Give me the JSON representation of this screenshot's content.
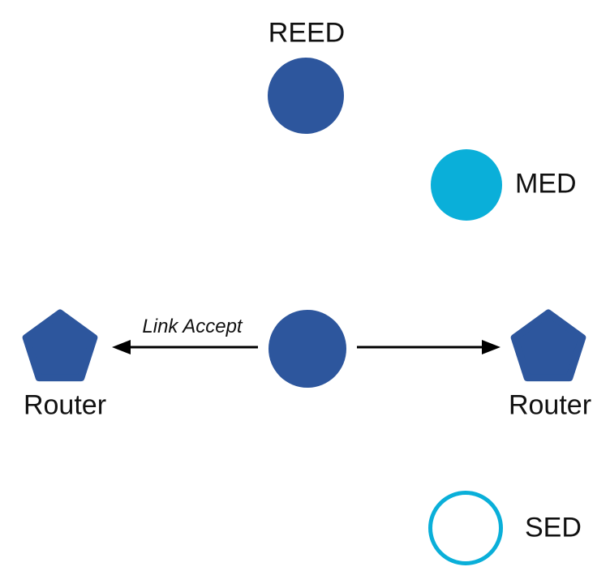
{
  "diagram": {
    "type": "network-topology",
    "nodes": {
      "reed": {
        "label": "REED",
        "shape": "circle",
        "fill": "#2D569D"
      },
      "med": {
        "label": "MED",
        "shape": "circle",
        "fill": "#0AAFD9"
      },
      "center": {
        "label": "",
        "shape": "circle",
        "fill": "#2D569D"
      },
      "router_left": {
        "label": "Router",
        "shape": "pentagon",
        "fill": "#2D569D"
      },
      "router_right": {
        "label": "Router",
        "shape": "pentagon",
        "fill": "#2D569D"
      },
      "sed": {
        "label": "SED",
        "shape": "circle-outline",
        "stroke": "#0AAFD9"
      }
    },
    "edges": {
      "left": {
        "from": "center",
        "to": "router_left",
        "label": "Link Accept",
        "style": "arrow"
      },
      "right": {
        "from": "center",
        "to": "router_right",
        "label": "",
        "style": "arrow"
      }
    },
    "colors": {
      "router_blue": "#2D569D",
      "device_cyan": "#0AAFD9",
      "arrow_black": "#000000",
      "text_black": "#111111",
      "background": "#FFFFFF"
    }
  }
}
